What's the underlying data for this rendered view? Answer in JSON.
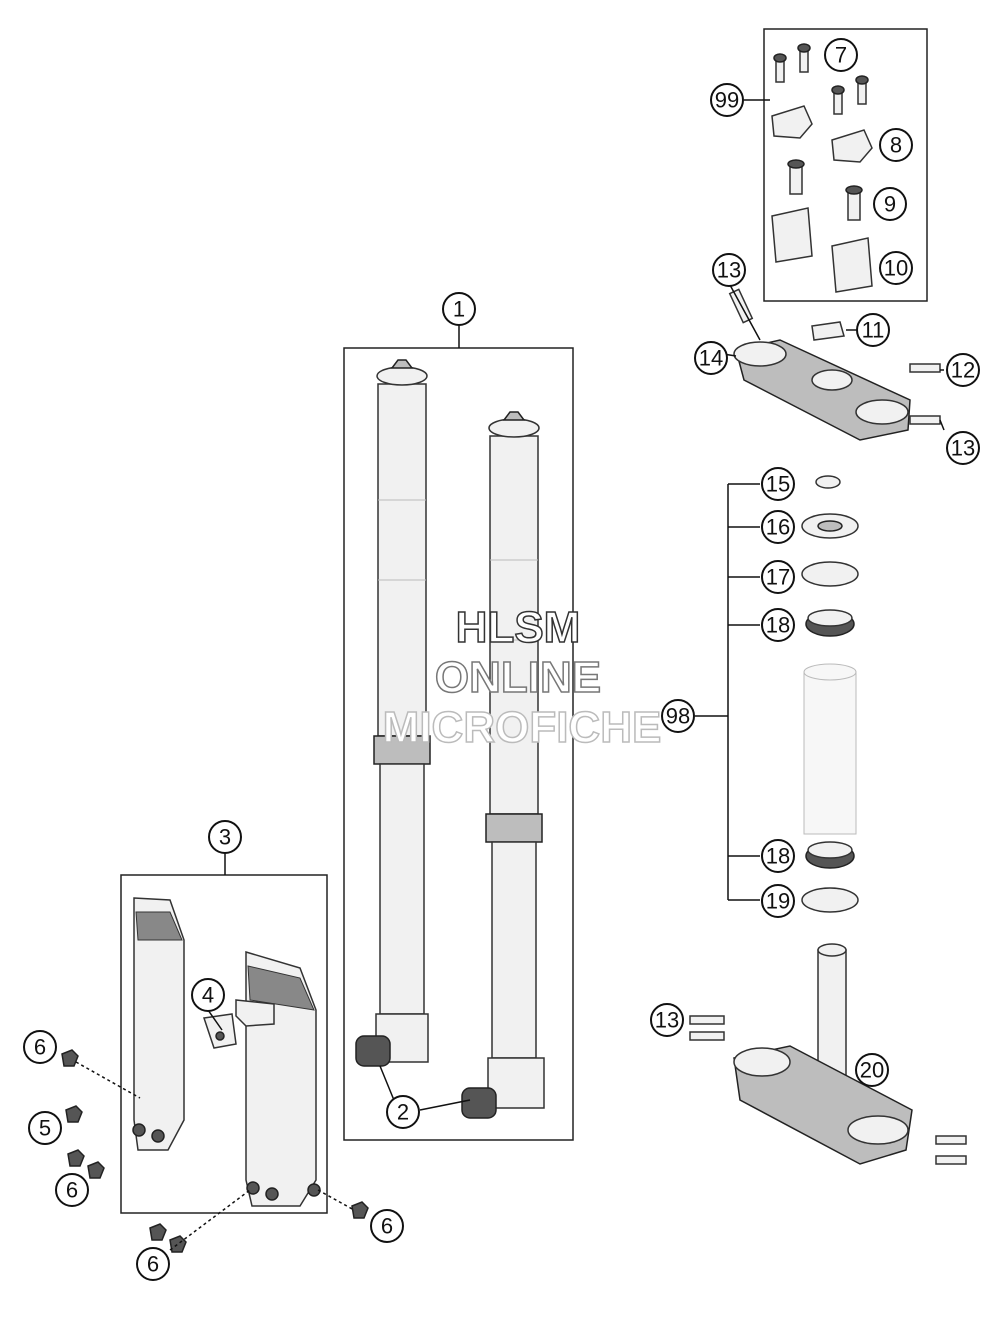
{
  "watermark": {
    "line1": "HLSM",
    "line2": "ONLINE",
    "line3": "MICROFICHE"
  },
  "callouts": {
    "c1": "1",
    "c2": "2",
    "c3": "3",
    "c4": "4",
    "c5": "5",
    "c6": "6",
    "c7": "7",
    "c8": "8",
    "c9": "9",
    "c10": "10",
    "c11": "11",
    "c12": "12",
    "c13": "13",
    "c14": "14",
    "c15": "15",
    "c16": "16",
    "c17": "17",
    "c18": "18",
    "c19": "19",
    "c20": "20",
    "c98": "98",
    "c99": "99"
  },
  "colors": {
    "line": "#111111",
    "part_fill": "#f1f1f1",
    "part_dark": "#555555"
  }
}
